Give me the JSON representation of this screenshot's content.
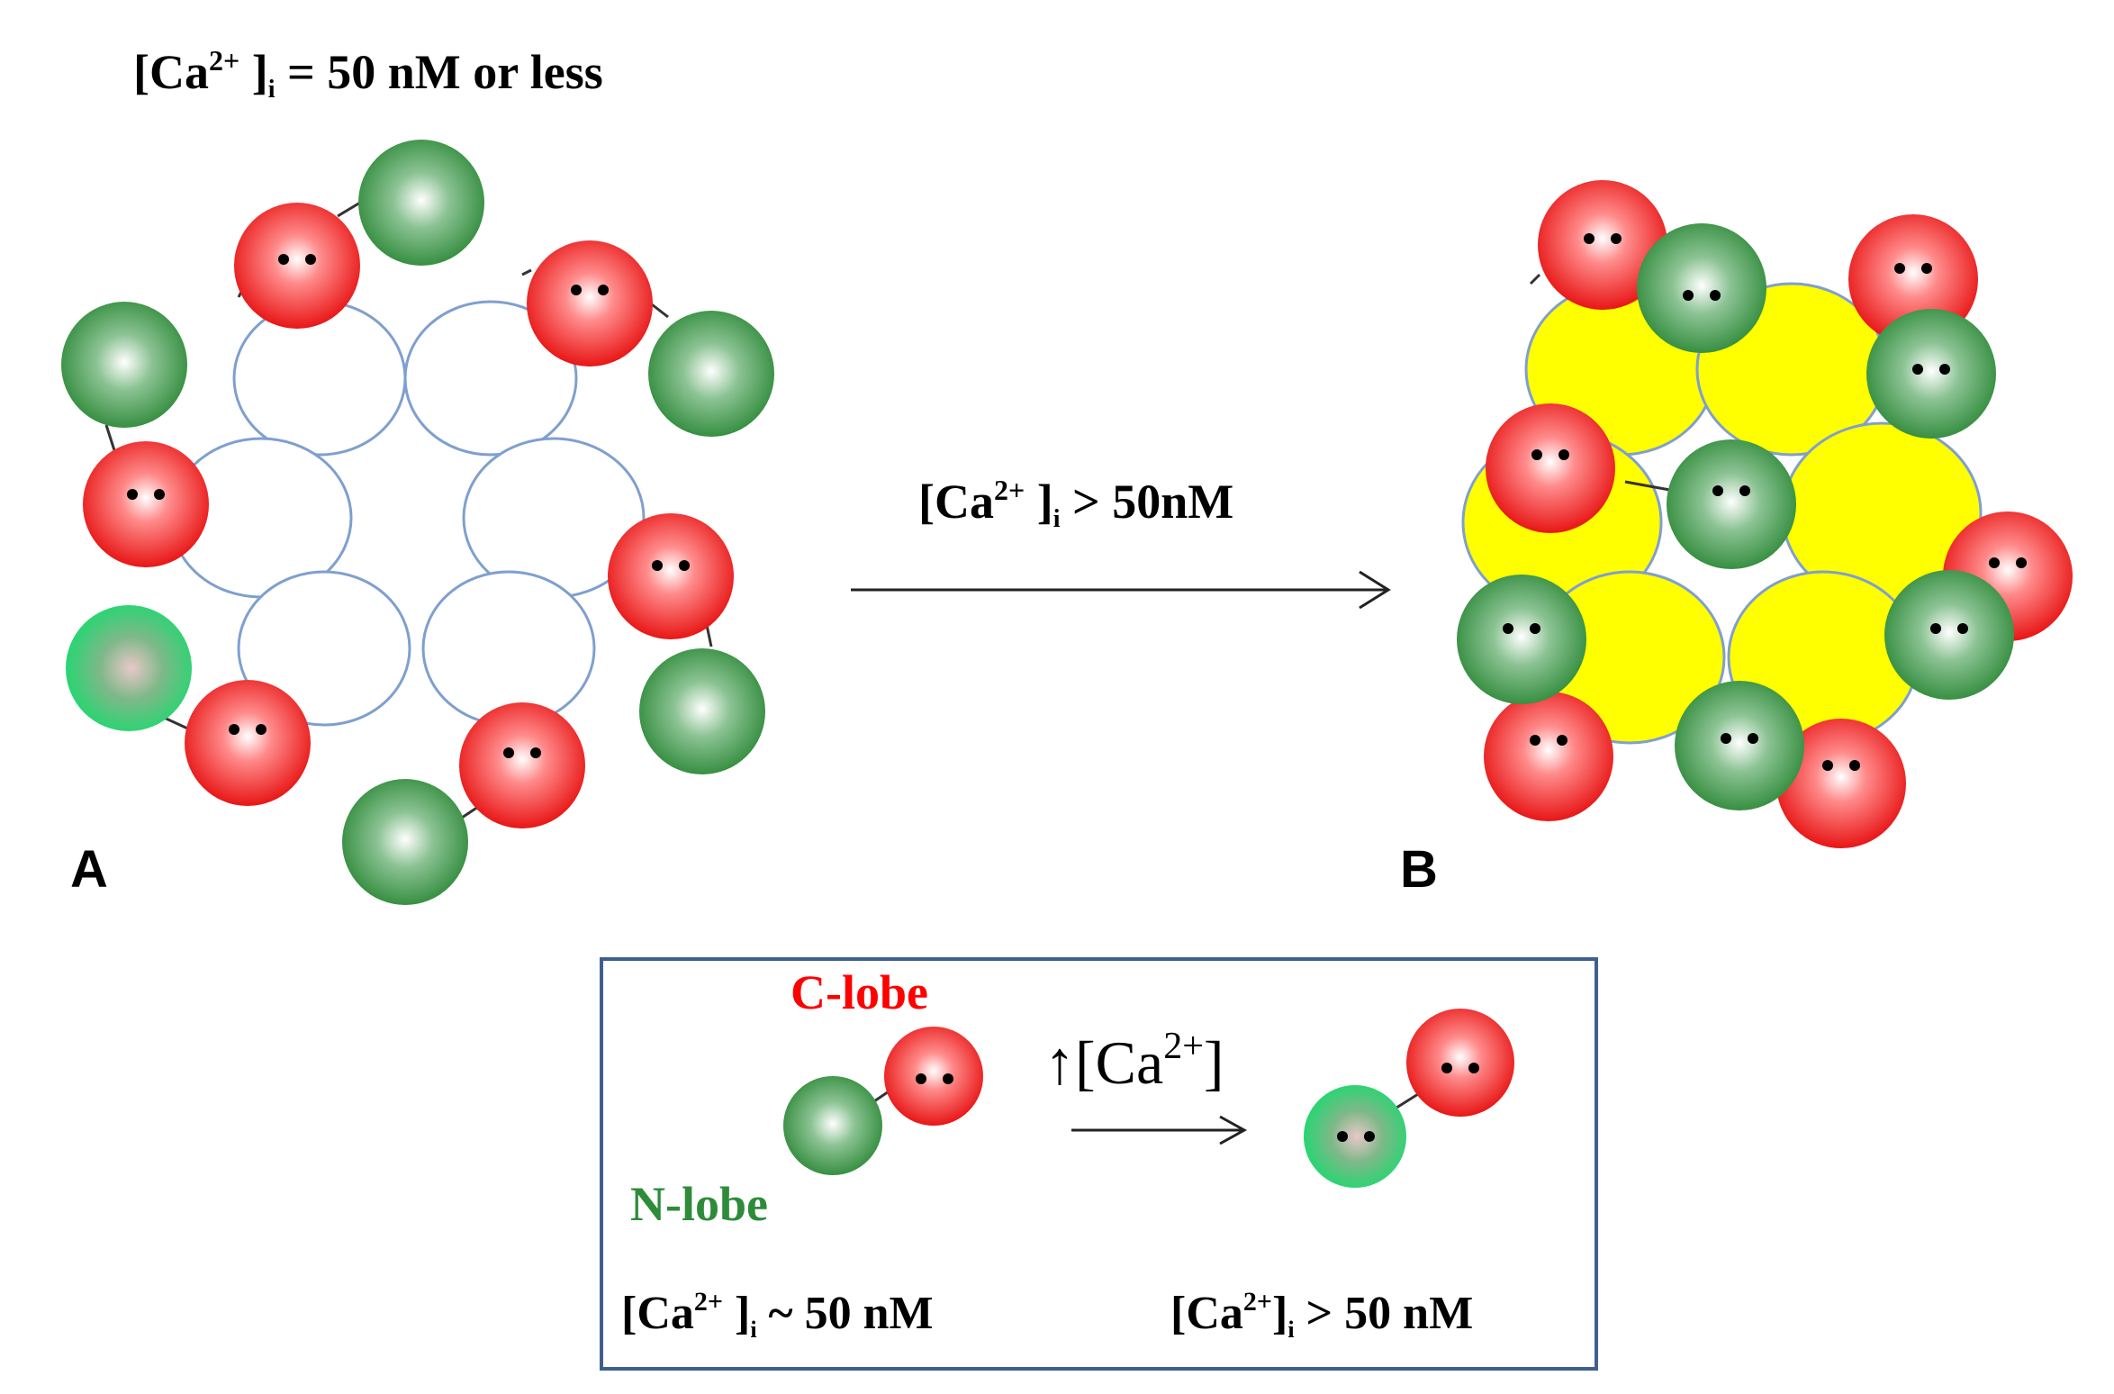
{
  "labels": {
    "top_left": {
      "pre": "[Ca",
      "sup": "2+",
      "mid": " ]",
      "sub": "i",
      "post": "  = 50 nM or less"
    },
    "arrow": {
      "pre": "[Ca",
      "sup": "2+",
      "mid": " ]",
      "sub": "i",
      "post": " > 50nM"
    },
    "panel_a": "A",
    "panel_b": "B"
  },
  "legend": {
    "c_lobe": "C-lobe",
    "n_lobe": "N-lobe",
    "arrow": {
      "pre": "↑[Ca",
      "sup": "2+",
      "post": "]"
    },
    "left_cond": {
      "pre": "[Ca",
      "sup": "2+",
      "mid": " ]",
      "sub": "i",
      "post": "  ~ 50 nM"
    },
    "right_cond": {
      "pre": "[Ca",
      "sup": "2+",
      "mid": "]",
      "sub": "i",
      "post": "  > 50 nM"
    }
  },
  "colors": {
    "c_lobe": "#ee1c1c",
    "n_lobe": "#2e8b3a",
    "n_lobe_bright": "#2ecc71",
    "ring_outline": "#7f9fcf",
    "activated_fill": "#ffff00",
    "legend_border": "#3f5f8f",
    "c_lobe_text": "#ff0000",
    "n_lobe_text": "#2e8b3a"
  }
}
